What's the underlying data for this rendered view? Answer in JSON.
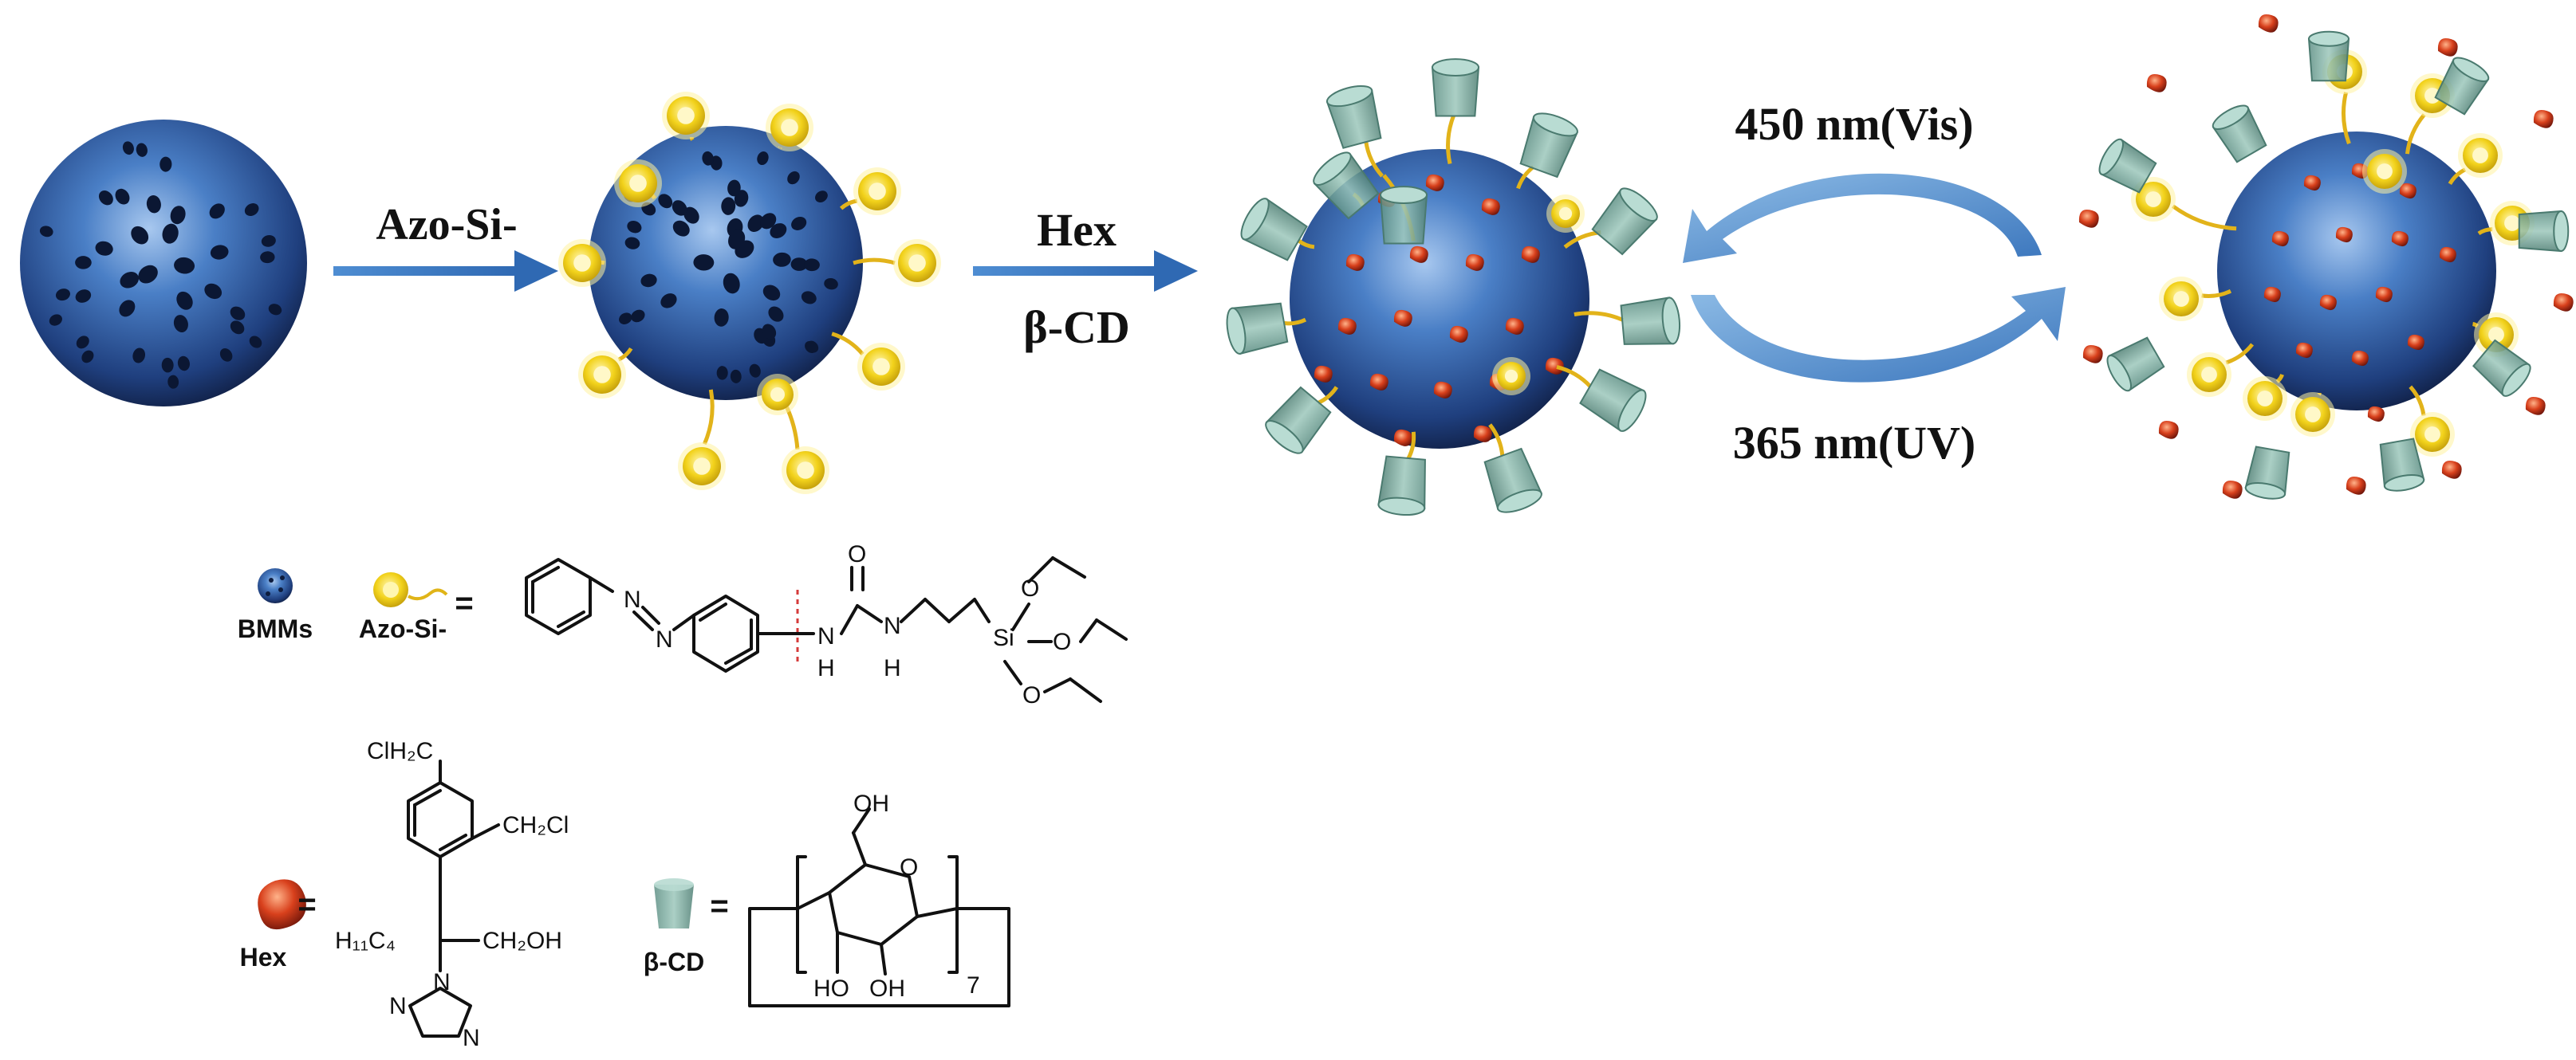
{
  "steps": {
    "step1_label": "Azo-Si-",
    "step2_label_top": "Hex",
    "step2_label_bottom": "β-CD",
    "cycle_top_label": "450 nm(Vis)",
    "cycle_bottom_label": "365 nm(UV)"
  },
  "legend": {
    "bmms_label": "BMMs",
    "azo_label": "Azo-Si-",
    "hex_label": "Hex",
    "bcd_label": "β-CD",
    "equals": "="
  },
  "azo_structure": {
    "n1": "N",
    "n2": "N",
    "o_carbonyl": "O",
    "nh1": "N",
    "nh1_h": "H",
    "nh2": "N",
    "nh2_h": "H",
    "si": "Si",
    "o1": "O",
    "o2": "O",
    "o3": "O"
  },
  "hex_structure": {
    "clh2c": "ClH₂C",
    "ch2cl": "CH₂Cl",
    "h11c4": "H₁₁C₄",
    "ch2oh": "CH₂OH",
    "n_a": "N",
    "n_b": "N",
    "n_c": "N"
  },
  "bcd_structure": {
    "oh_top": "OH",
    "o_ring": "O",
    "ho_bottom": "HO",
    "oh_bottom": "OH",
    "repeat": "7"
  },
  "colors": {
    "particle": "#2f5ea8",
    "arrow": "#3d7cc4",
    "azo_yellow": "#f2d21b",
    "drug_red": "#c8361a",
    "cd_green": "#6fa396"
  }
}
